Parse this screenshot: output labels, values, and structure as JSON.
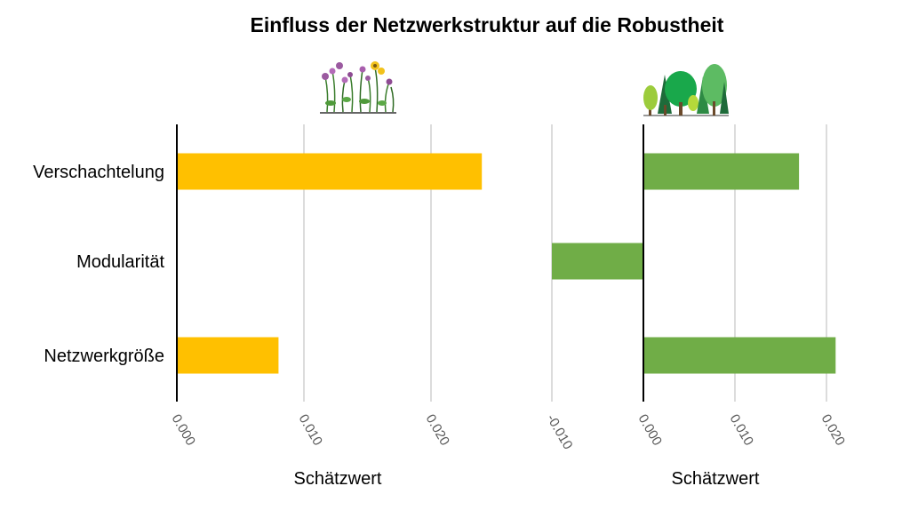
{
  "title": "Einfluss der Netzwerkstruktur auf die Robustheit",
  "chart_data": [
    {
      "type": "bar",
      "orientation": "horizontal",
      "panel_icon": "meadow-plants-icon",
      "categories": [
        "Verschachtelung",
        "Modularität",
        "Netzwerkgröße"
      ],
      "values": [
        0.024,
        0.0,
        0.008
      ],
      "color": "#FFC000",
      "xlim": [
        0.0,
        0.025
      ],
      "xticks": [
        "0.000",
        "0.010",
        "0.020"
      ],
      "xtick_values": [
        0.0,
        0.01,
        0.02
      ],
      "xlabel": "Schätzwert",
      "grid": true
    },
    {
      "type": "bar",
      "orientation": "horizontal",
      "panel_icon": "forest-trees-icon",
      "categories": [
        "Verschachtelung",
        "Modularität",
        "Netzwerkgröße"
      ],
      "values": [
        0.017,
        -0.01,
        0.021
      ],
      "color": "#70AD47",
      "xlim": [
        -0.01,
        0.022
      ],
      "xticks": [
        "-0.010",
        "0.000",
        "0.010",
        "0.020"
      ],
      "xtick_values": [
        -0.01,
        0.0,
        0.01,
        0.02
      ],
      "xlabel": "Schätzwert",
      "grid": true
    }
  ]
}
